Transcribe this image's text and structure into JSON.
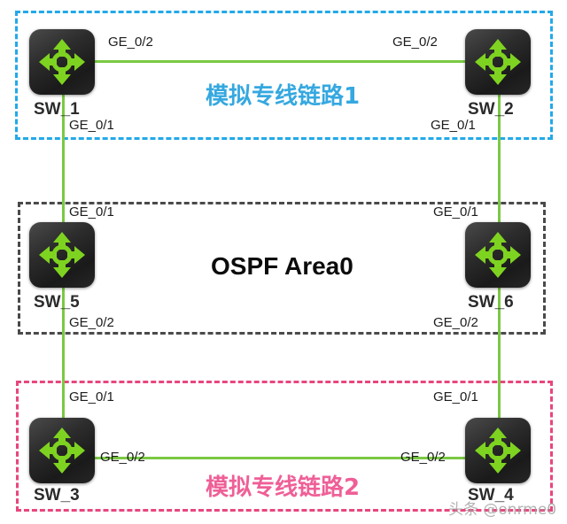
{
  "diagram": {
    "title_top": "模拟专线链路1",
    "title_middle": "OSPF Area0",
    "title_bottom": "模拟专线链路2",
    "colors": {
      "zone_top_border": "#22a9e8",
      "zone_middle_border": "#4a4a4a",
      "zone_bottom_border": "#e8467e",
      "zone_top_text": "#35a8e0",
      "zone_middle_text": "#0c0c0c",
      "zone_bottom_text": "#ef5f97",
      "link": "#7ac943",
      "device_body": "#2c2c2c",
      "device_glyph": "#7ed321"
    }
  },
  "devices": [
    {
      "id": "sw1",
      "label": "SW_1"
    },
    {
      "id": "sw2",
      "label": "SW_2"
    },
    {
      "id": "sw5",
      "label": "SW_5"
    },
    {
      "id": "sw6",
      "label": "SW_6"
    },
    {
      "id": "sw3",
      "label": "SW_3"
    },
    {
      "id": "sw4",
      "label": "SW_4"
    }
  ],
  "ports": {
    "sw1_ge02": "GE_0/2",
    "sw2_ge02": "GE_0/2",
    "sw1_ge01": "GE_0/1",
    "sw2_ge01": "GE_0/1",
    "sw5_ge01": "GE_0/1",
    "sw6_ge01": "GE_0/1",
    "sw5_ge02": "GE_0/2",
    "sw6_ge02": "GE_0/2",
    "sw3_ge01": "GE_0/1",
    "sw4_ge01": "GE_0/1",
    "sw3_ge02": "GE_0/2",
    "sw4_ge02": "GE_0/2"
  },
  "watermark": {
    "text": "头条 @onrme0"
  }
}
